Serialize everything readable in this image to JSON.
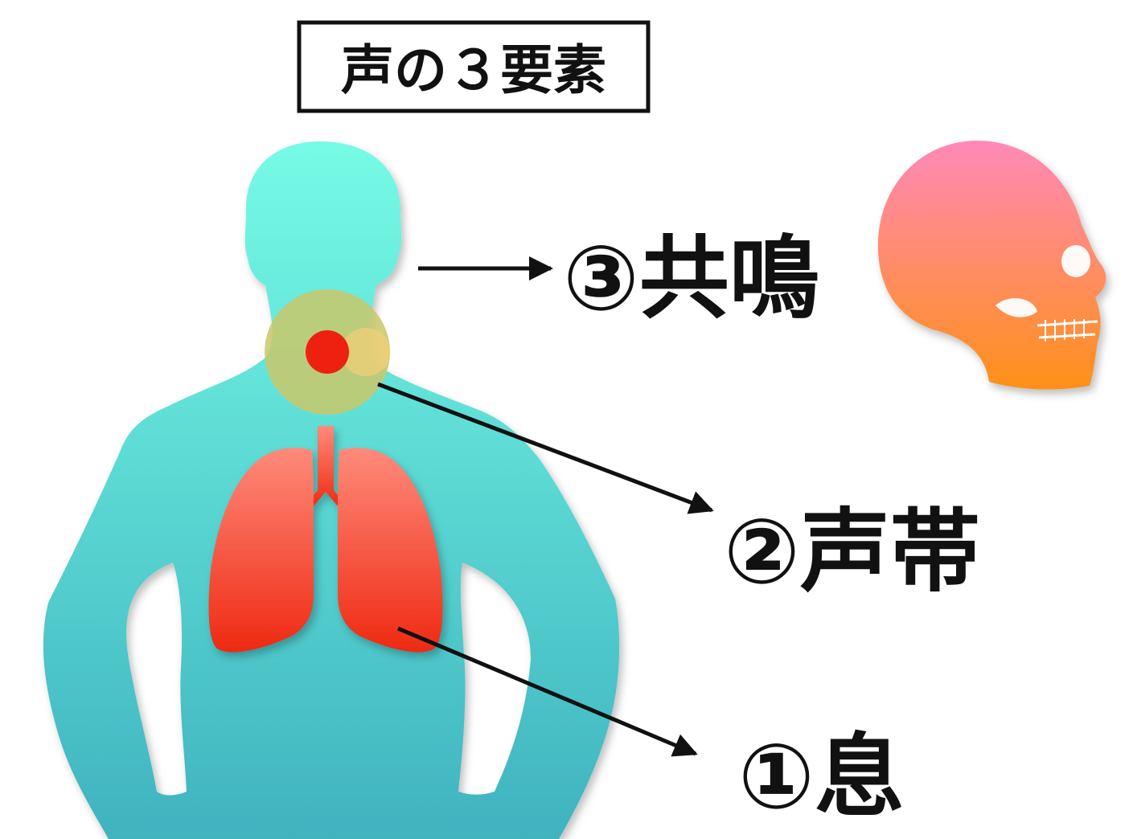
{
  "title": "声の３要素",
  "labels": {
    "resonance": "③共鳴",
    "vocal_cords": "②声帯",
    "breath": "①息"
  },
  "colors": {
    "body_top": "#76fbe6",
    "body_bottom": "#3fb3bf",
    "lung_top": "#ff8a7a",
    "lung_bottom": "#ee2a12",
    "throat_ring": "#b7c66a",
    "vocal_dot": "#ee2010",
    "skull_top": "#ff89b8",
    "skull_bottom": "#ff9018",
    "arrow": "#111111"
  },
  "icons": {
    "person": "person-silhouette-icon",
    "lungs": "lungs-icon",
    "throat": "throat-highlight-icon",
    "skull": "skull-icon"
  }
}
